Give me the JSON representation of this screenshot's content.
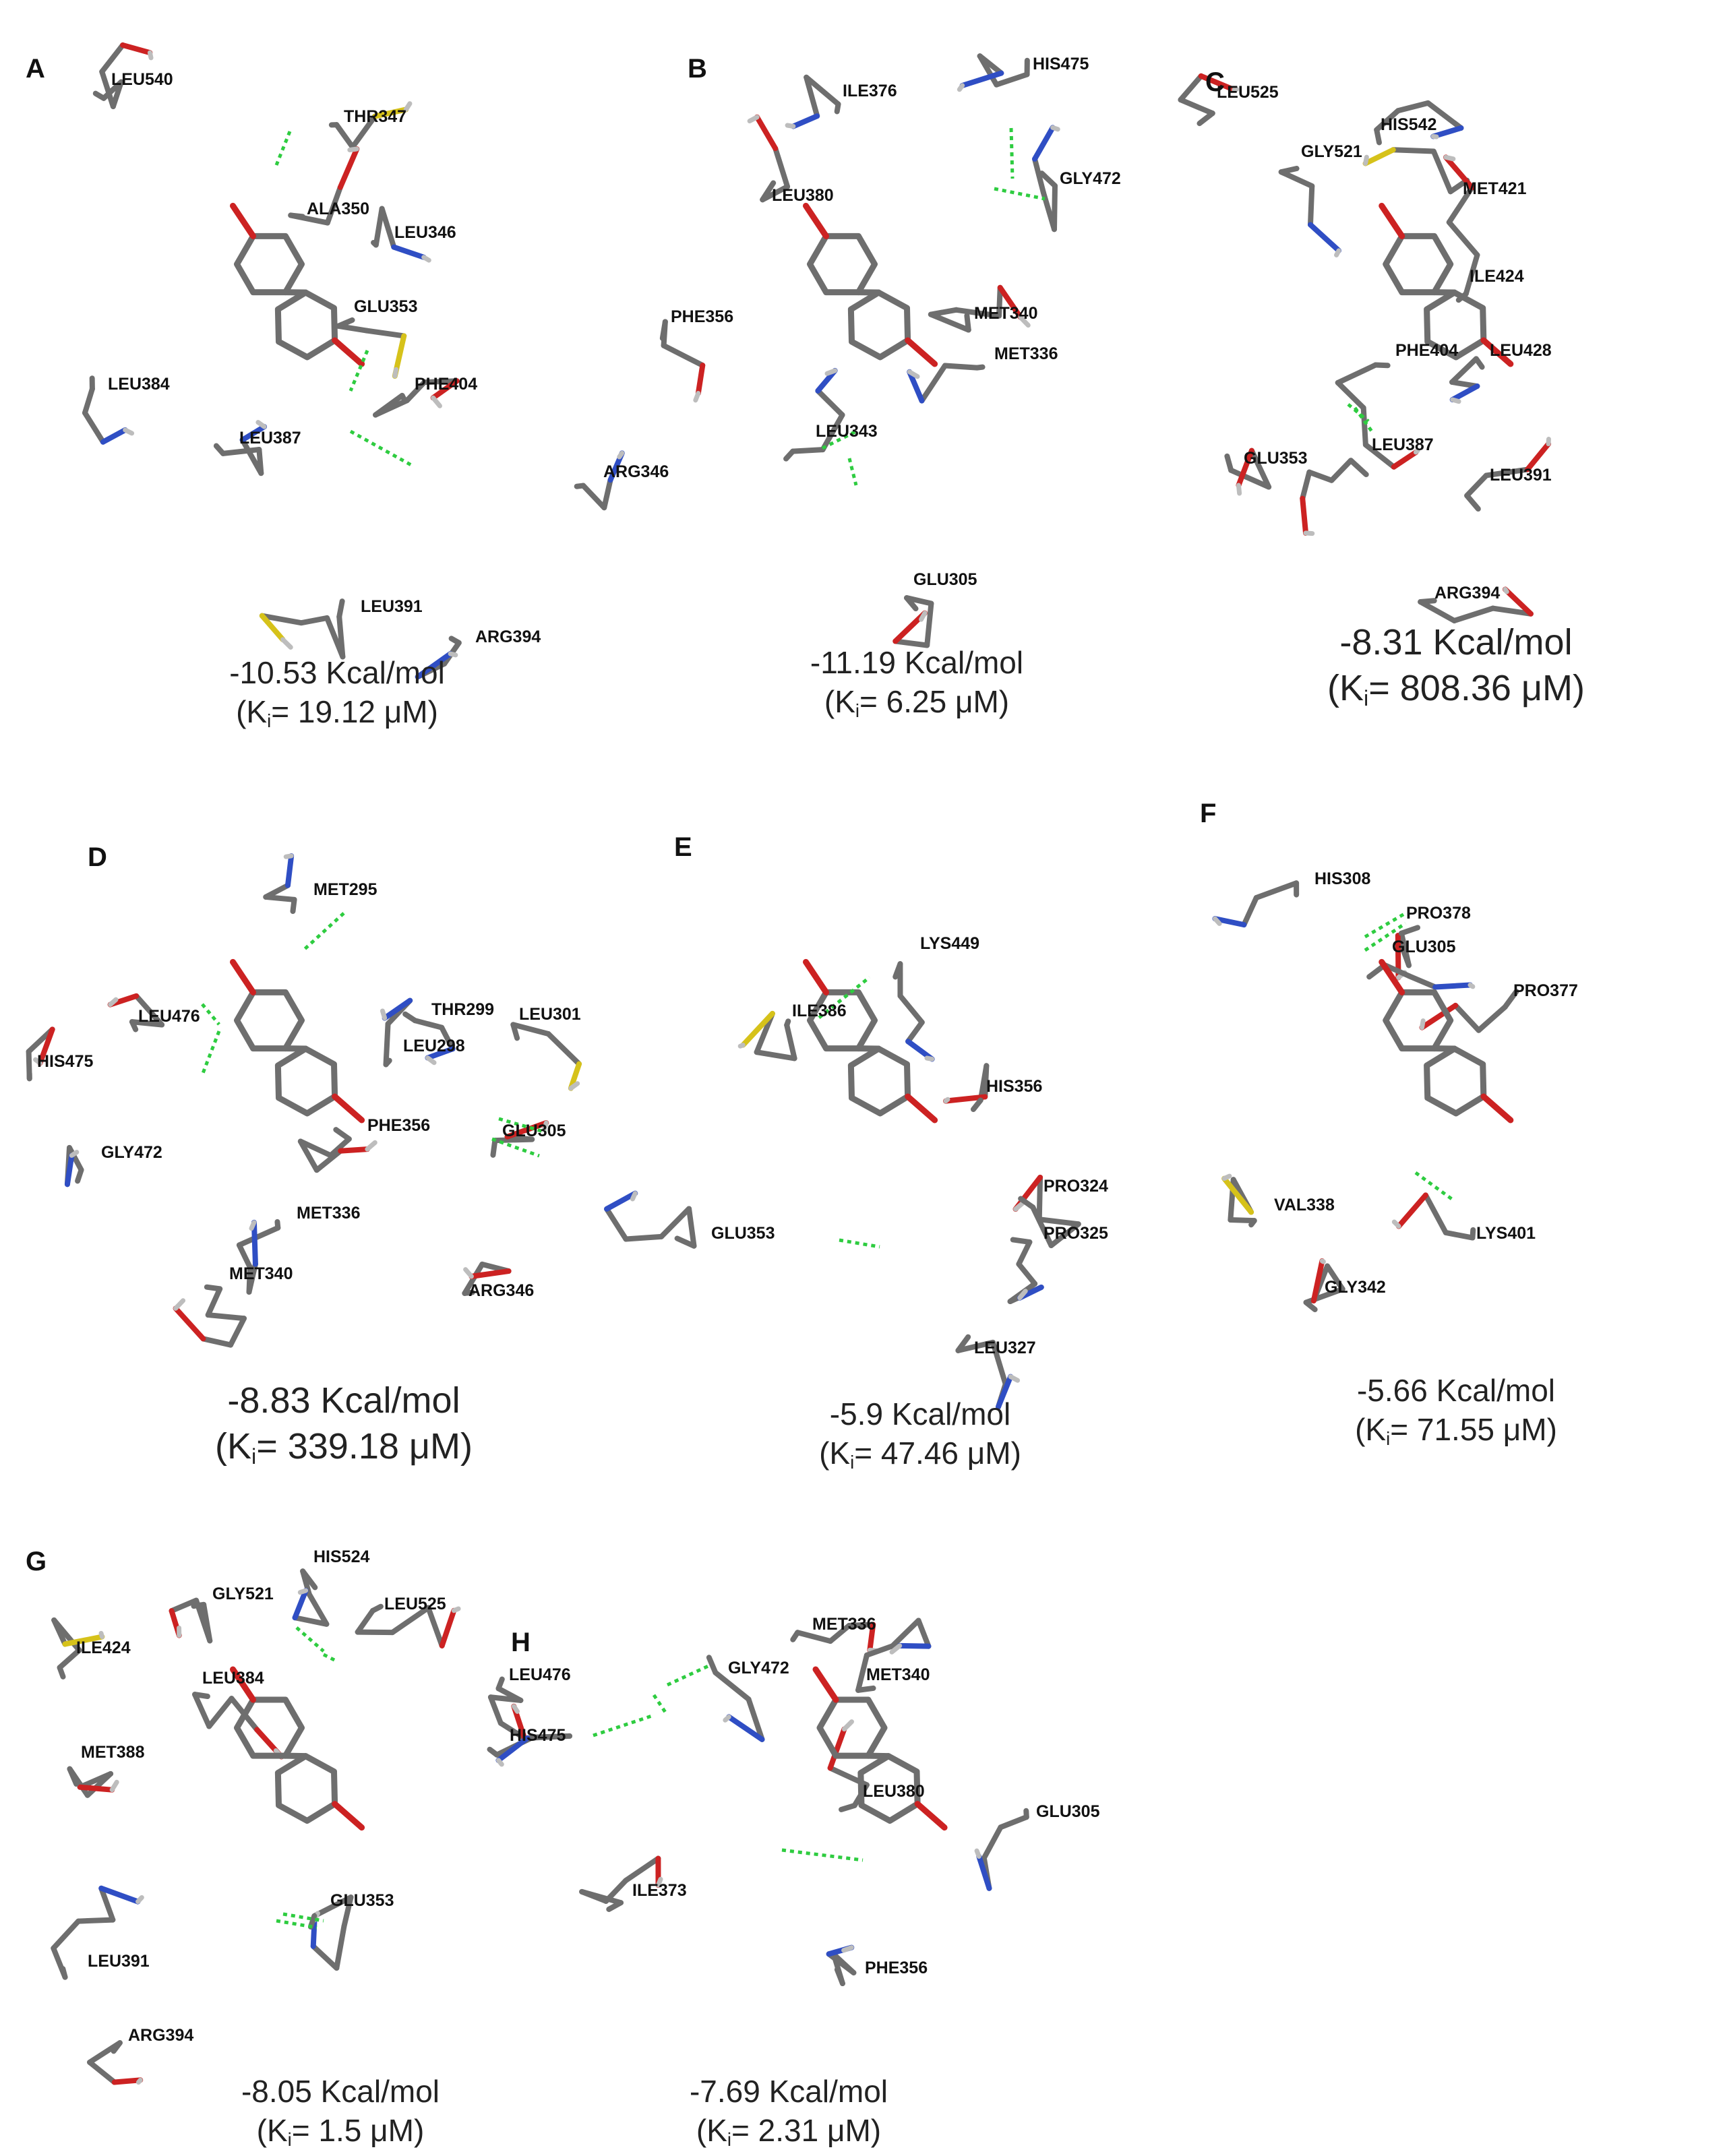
{
  "colors": {
    "carbon": "#6e6e6e",
    "nitrogen": "#2f4ec4",
    "oxygen": "#cc2222",
    "sulfur": "#d6c21a",
    "hydrogen": "#bdbdbd",
    "hbond": "#2ecc40",
    "label": "#111111"
  },
  "panels": [
    {
      "letter": "A",
      "residues": [
        "LEU540",
        "THR347",
        "ALA350",
        "LEU346",
        "GLU353",
        "LEU384",
        "PHE404",
        "LEU387",
        "LEU391",
        "ARG394"
      ],
      "energy": "-10.53 Kcal/mol",
      "ki_prefix": "(K",
      "ki_sub": "i",
      "ki_value": "= 19.12 μM)"
    },
    {
      "letter": "B",
      "residues": [
        "HIS475",
        "ILE376",
        "GLY472",
        "LEU380",
        "MET340",
        "PHE356",
        "MET336",
        "LEU343",
        "ARG346",
        "GLU305"
      ],
      "energy": "-11.19 Kcal/mol",
      "ki_prefix": "(K",
      "ki_sub": "i",
      "ki_value": "= 6.25 μM)"
    },
    {
      "letter": "C",
      "residues": [
        "LEU525",
        "HIS542",
        "GLY521",
        "MET421",
        "ILE424",
        "LEU428",
        "PHE404",
        "GLU353",
        "LEU387",
        "LEU391",
        "ARG394"
      ],
      "energy": "-8.31 Kcal/mol",
      "ki_prefix": "(K",
      "ki_sub": "i",
      "ki_value": "= 808.36 μM)"
    },
    {
      "letter": "D",
      "residues": [
        "MET295",
        "LEU476",
        "THR299",
        "HIS475",
        "LEU298",
        "LEU301",
        "PHE356",
        "GLY472",
        "GLU305",
        "MET336",
        "MET340",
        "ARG346"
      ],
      "energy": "-8.83 Kcal/mol",
      "ki_prefix": "(K",
      "ki_sub": "i",
      "ki_value": "= 339.18 μM)"
    },
    {
      "letter": "E",
      "residues": [
        "LYS449",
        "ILE386",
        "HIS356",
        "PRO324",
        "GLU353",
        "PRO325",
        "LEU327"
      ],
      "energy": "-5.9 Kcal/mol",
      "ki_prefix": "(K",
      "ki_sub": "i",
      "ki_value": "= 47.46 μM)"
    },
    {
      "letter": "F",
      "residues": [
        "HIS308",
        "PRO378",
        "GLU305",
        "PRO377",
        "VAL338",
        "LYS401",
        "GLY342"
      ],
      "energy": "-5.66 Kcal/mol",
      "ki_prefix": "(K",
      "ki_sub": "i",
      "ki_value": "= 71.55 μM)"
    },
    {
      "letter": "G",
      "residues": [
        "HIS524",
        "GLY521",
        "LEU525",
        "ILE424",
        "LEU384",
        "MET388",
        "GLU353",
        "LEU391",
        "ARG394"
      ],
      "energy": "-8.05 Kcal/mol",
      "ki_prefix": "(K",
      "ki_sub": "i",
      "ki_value": "= 1.5 μM)"
    },
    {
      "letter": "H",
      "residues": [
        "MET336",
        "LEU476",
        "GLY472",
        "MET340",
        "HIS475",
        "LEU380",
        "GLU305",
        "ILE373",
        "PHE356"
      ],
      "energy": "-7.69 Kcal/mol",
      "ki_prefix": "(K",
      "ki_sub": "i",
      "ki_value": "= 2.31 μM)"
    }
  ]
}
